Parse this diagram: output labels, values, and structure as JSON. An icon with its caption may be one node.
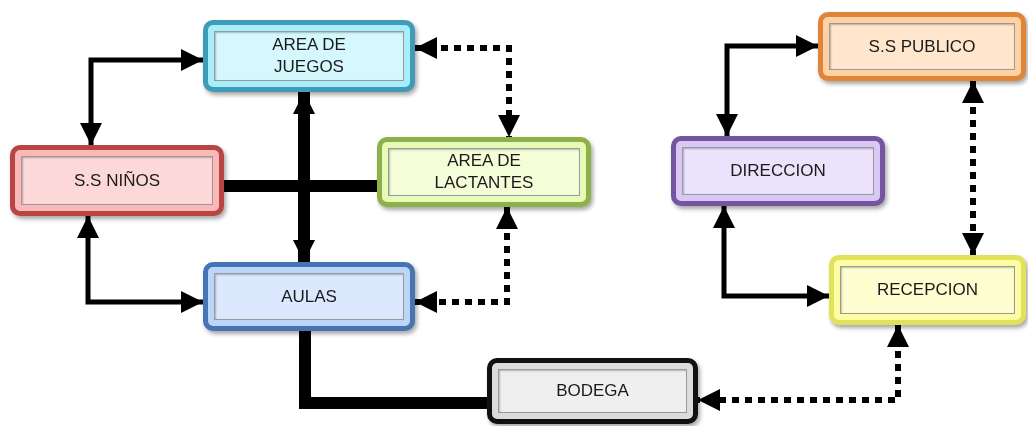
{
  "diagram": {
    "nodes": [
      {
        "text": [
          "AREA DE JUEGOS"
        ]
      },
      {
        "text": [
          "S.S NIÑOS"
        ]
      },
      {
        "text": [
          "AREA DE LACTANTES"
        ]
      },
      {
        "text": [
          "AULAS"
        ]
      },
      {
        "text": [
          "BODEGA"
        ]
      },
      {
        "text": [
          "S.S PUBLICO"
        ]
      },
      {
        "text": [
          "DIRECCION"
        ]
      },
      {
        "text": [
          "RECEPCION"
        ]
      }
    ],
    "edges": [
      {
        "from": 1,
        "to": 0,
        "arrow": "both"
      },
      {
        "from": 0,
        "to": 2,
        "arrow": "both",
        "style": "dashed"
      },
      {
        "from": 1,
        "to": 3,
        "arrow": "both"
      },
      {
        "from": 2,
        "to": 3,
        "arrow": "both",
        "style": "dashed"
      },
      {
        "from": 0,
        "to": 3,
        "arrow": "both",
        "style": "thick"
      },
      {
        "from": 1,
        "to": 2,
        "arrow": "other",
        "style": "thick"
      },
      {
        "from": 6,
        "to": 5,
        "arrow": "both"
      },
      {
        "from": 5,
        "to": 7,
        "arrow": "both",
        "style": "dashed"
      },
      {
        "from": 6,
        "to": 7,
        "arrow": "both"
      },
      {
        "from": 7,
        "to": 4,
        "arrow": "both",
        "style": "dashed"
      },
      {
        "from": 3,
        "to": 4,
        "arrow": "none",
        "style": "thick"
      }
    ]
  }
}
